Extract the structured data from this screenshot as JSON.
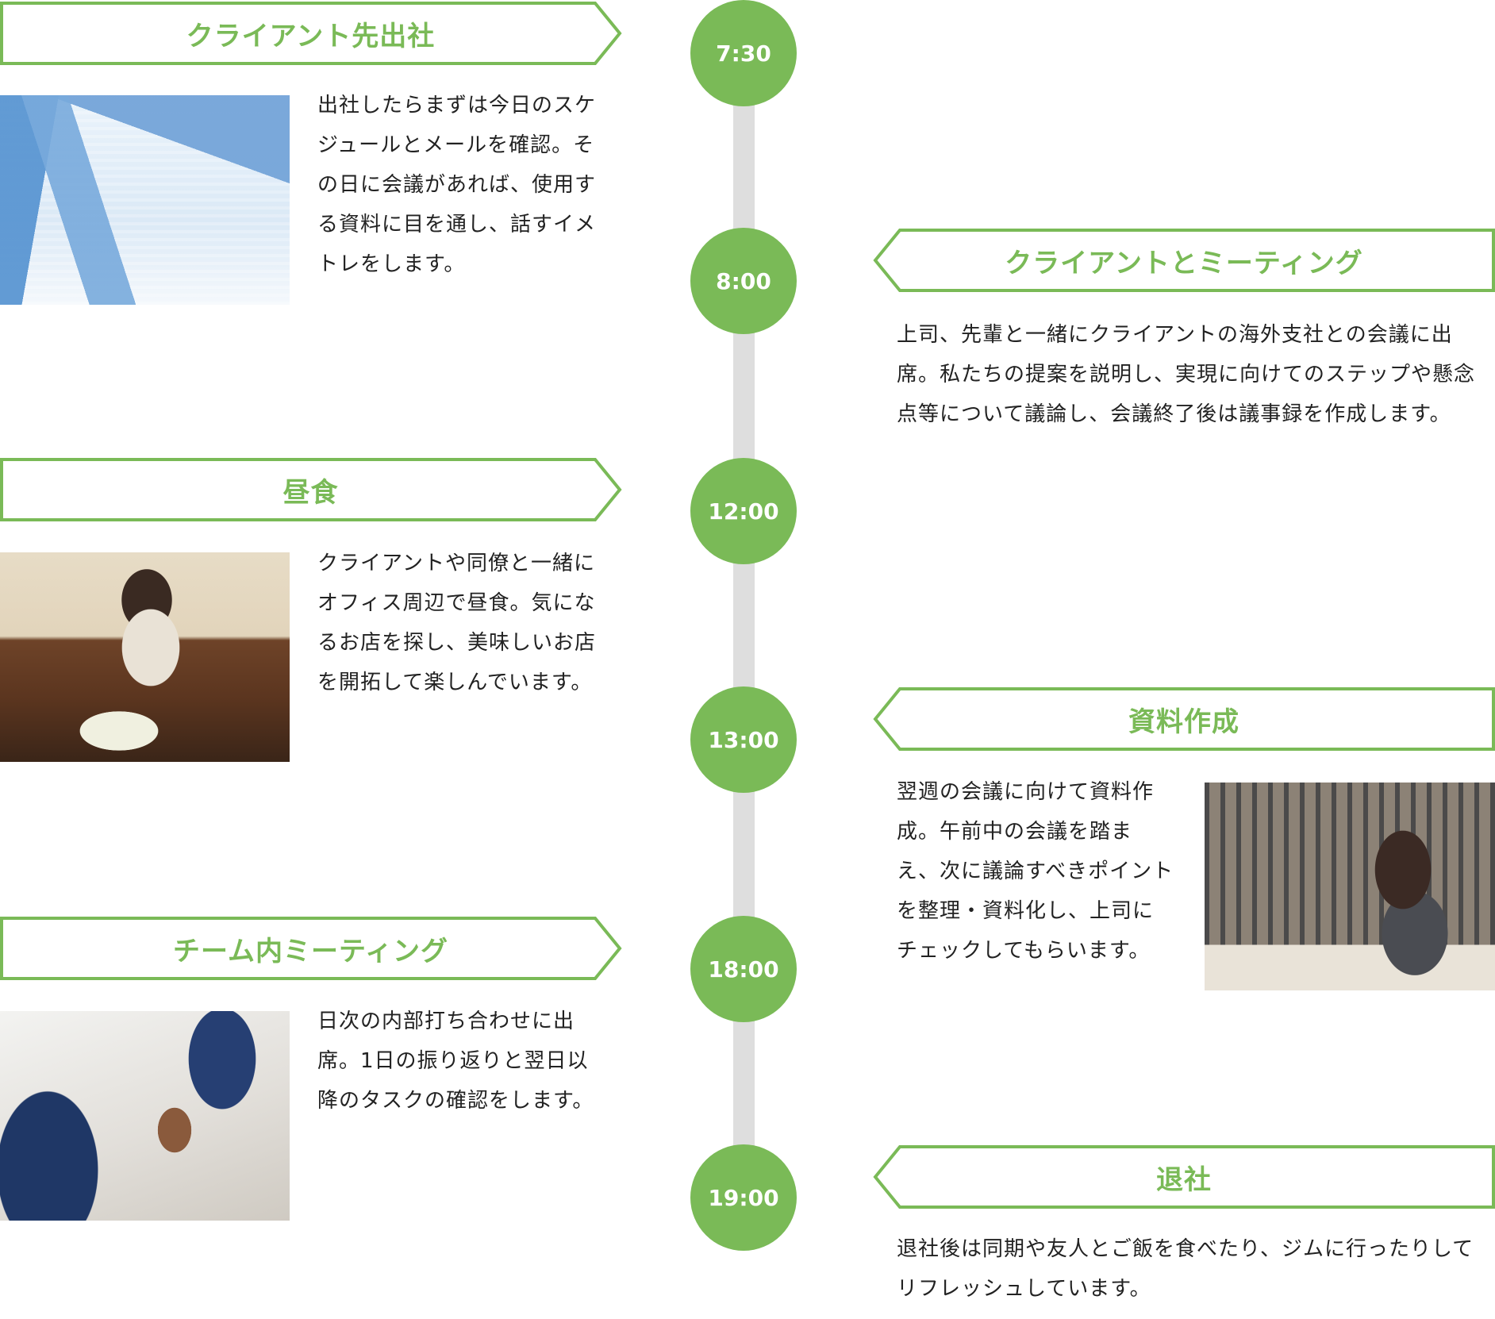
{
  "colors": {
    "accent": "#7aba57",
    "timeline_line": "#dedede",
    "text": "#222222"
  },
  "timeline": [
    {
      "time": "7:30",
      "side": "left",
      "title": "クライアント先出社",
      "description": "出社したらまずは今日のスケジュールとメールを確認。その日に会議があれば、使用する資料に目を通し、話すイメトレをします。",
      "photo": "office-buildings-photo"
    },
    {
      "time": "8:00",
      "side": "right",
      "title": "クライアントとミーティング",
      "description": "上司、先輩と一緒にクライアントの海外支社との会議に出席。私たちの提案を説明し、実現に向けてのステップや懸念点等について議論し、会議終了後は議事録を作成します。",
      "photo": null
    },
    {
      "time": "12:00",
      "side": "left",
      "title": "昼食",
      "description": "クライアントや同僚と一緒にオフィス周辺で昼食。気になるお店を探し、美味しいお店を開拓して楽しんでいます。",
      "photo": "lunch-photo"
    },
    {
      "time": "13:00",
      "side": "right",
      "title": "資料作成",
      "description": "翌週の会議に向けて資料作成。午前中の会議を踏まえ、次に議論すべきポイントを整理・資料化し、上司にチェックしてもらいます。",
      "photo": "working-on-laptop-photo"
    },
    {
      "time": "18:00",
      "side": "left",
      "title": "チーム内ミーティング",
      "description": "日次の内部打ち合わせに出席。1日の振り返りと翌日以降のタスクの確認をします。",
      "photo": "team-meeting-photo"
    },
    {
      "time": "19:00",
      "side": "right",
      "title": "退社",
      "description": "退社後は同期や友人とご飯を食べたり、ジムに行ったりしてリフレッシュしています。",
      "photo": null
    }
  ]
}
